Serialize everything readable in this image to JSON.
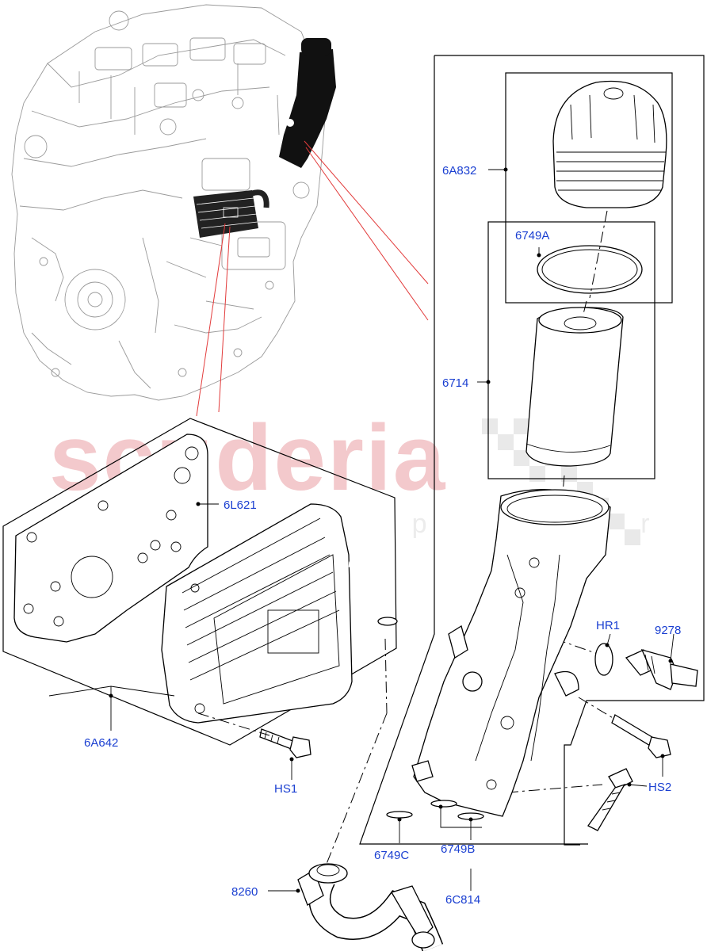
{
  "watermark": {
    "brand": "scuderia",
    "tagline": "c a r p a r t s"
  },
  "labels": {
    "p6A832": "6A832",
    "p6749A": "6749A",
    "p6714": "6714",
    "p6L621": "6L621",
    "p6A642": "6A642",
    "pHR1": "HR1",
    "p9278": "9278",
    "pHS1": "HS1",
    "pHS2": "HS2",
    "p6749C": "6749C",
    "p6749B": "6749B",
    "p8260": "8260",
    "p6C814": "6C814"
  }
}
